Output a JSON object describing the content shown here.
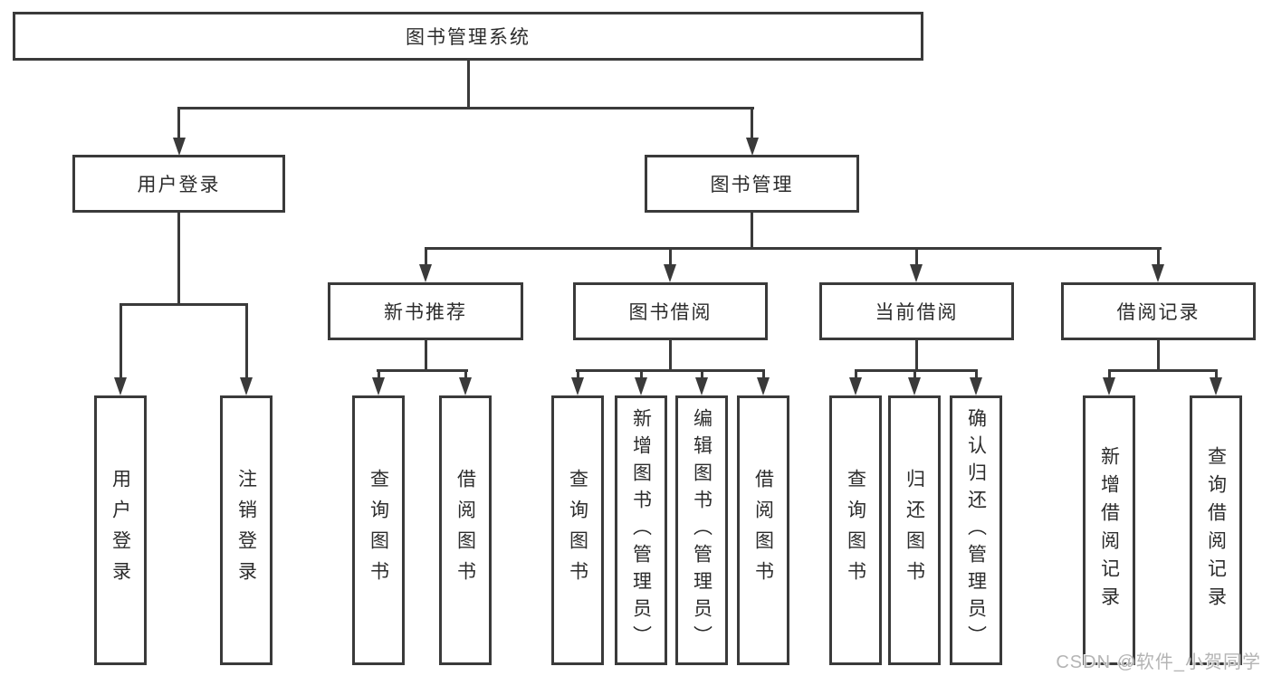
{
  "colors": {
    "line": "#3a3a3a",
    "text": "#2c2c2c",
    "background": "#ffffff",
    "watermark": "#b4b4b4"
  },
  "watermark": {
    "text": "CSDN @软件_小贺同学"
  },
  "tree": {
    "label": "图书管理系统",
    "children": [
      {
        "label": "用户登录",
        "children": [
          {
            "label": "用户登录"
          },
          {
            "label": "注销登录"
          }
        ]
      },
      {
        "label": "图书管理",
        "children": [
          {
            "label": "新书推荐",
            "children": [
              {
                "label": "查询图书"
              },
              {
                "label": "借阅图书"
              }
            ]
          },
          {
            "label": "图书借阅",
            "children": [
              {
                "label": "查询图书"
              },
              {
                "label": "新增图书（管理员）"
              },
              {
                "label": "编辑图书（管理员）"
              },
              {
                "label": "借阅图书"
              }
            ]
          },
          {
            "label": "当前借阅",
            "children": [
              {
                "label": "查询图书"
              },
              {
                "label": "归还图书"
              },
              {
                "label": "确认归还（管理员）"
              }
            ]
          },
          {
            "label": "借阅记录",
            "children": [
              {
                "label": "新增借阅记录"
              },
              {
                "label": "查询借阅记录"
              }
            ]
          }
        ]
      }
    ]
  }
}
